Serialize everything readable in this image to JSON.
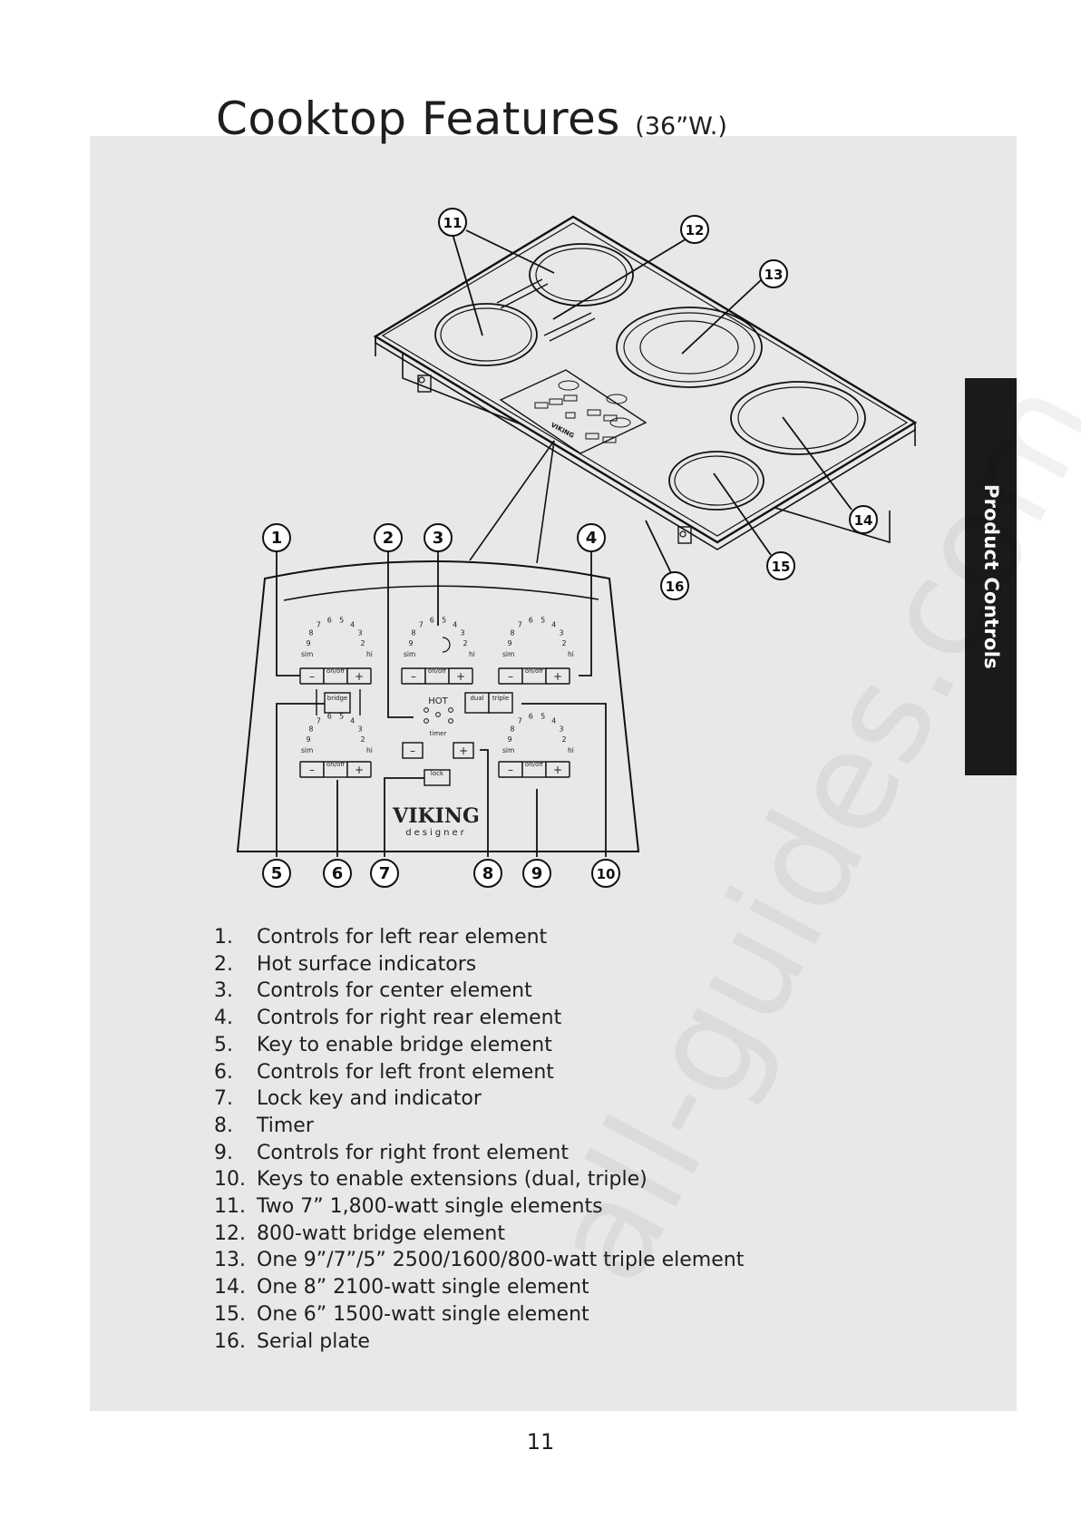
{
  "title": {
    "main": "Cooktop Features",
    "sub": "(36”W.)"
  },
  "side_tab": "Product Controls",
  "page_number": "11",
  "watermark": "all-guides.com",
  "callouts": [
    "1",
    "2",
    "3",
    "4",
    "5",
    "6",
    "7",
    "8",
    "9",
    "10",
    "11",
    "12",
    "13",
    "14",
    "15",
    "16"
  ],
  "control_panel": {
    "dial_numbers": [
      "2",
      "3",
      "4",
      "5",
      "6",
      "7",
      "8",
      "9"
    ],
    "dial_sim": "sim",
    "dial_hi": "hi",
    "on_off": "on/off",
    "minus": "–",
    "plus": "+",
    "bridge": "bridge",
    "dual": "dual",
    "triple": "triple",
    "hot": "HOT",
    "timer": "timer",
    "lock": "lock",
    "brand": "VIKING",
    "brand_sub": "designer"
  },
  "legend": [
    {
      "num": "1.",
      "text": "Controls for left rear element"
    },
    {
      "num": "2.",
      "text": "Hot surface indicators"
    },
    {
      "num": "3.",
      "text": "Controls for center element"
    },
    {
      "num": "4.",
      "text": "Controls for right rear element"
    },
    {
      "num": "5.",
      "text": "Key to enable bridge element"
    },
    {
      "num": "6.",
      "text": "Controls for left front element"
    },
    {
      "num": "7.",
      "text": "Lock key and indicator"
    },
    {
      "num": "8.",
      "text": "Timer"
    },
    {
      "num": "9.",
      "text": "Controls for right front element"
    },
    {
      "num": "10.",
      "text": "Keys to enable extensions (dual, triple)"
    },
    {
      "num": "11.",
      "text": "Two 7” 1,800-watt single elements"
    },
    {
      "num": "12.",
      "text": "800-watt bridge element"
    },
    {
      "num": "13.",
      "text": "One 9”/7”/5” 2500/1600/800-watt triple element"
    },
    {
      "num": "14.",
      "text": "One 8” 2100-watt single element"
    },
    {
      "num": "15.",
      "text": "One 6” 1500-watt single element"
    },
    {
      "num": "16.",
      "text": "Serial plate"
    }
  ]
}
